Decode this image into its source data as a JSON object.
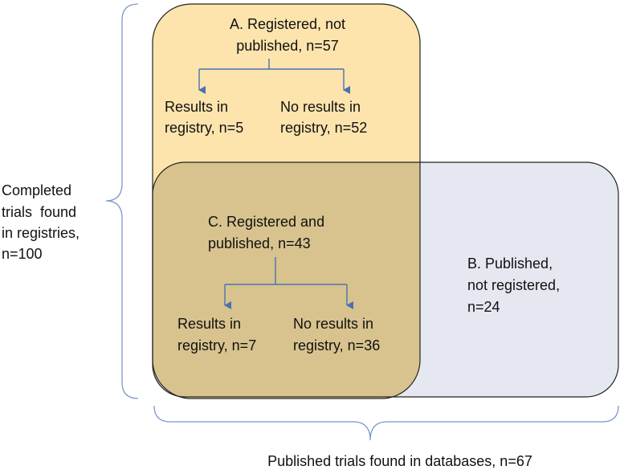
{
  "colors": {
    "box_a_fill": "#fde4ad",
    "box_b_fill": "#e5e8f1",
    "overlap_fill": "#e2d6a8",
    "box_c_fill": "#d8c38e",
    "stroke": "#222222",
    "arrow": "#4a72b0",
    "brace": "#7b98c9"
  },
  "box_a": {
    "title_line1": "A. Registered, not",
    "title_line2": "published, n=57",
    "branch_left": {
      "line1": "Results in",
      "line2": "registry, n=5"
    },
    "branch_right": {
      "line1": "No results in",
      "line2": "registry, n=52"
    }
  },
  "box_b": {
    "line1": "B. Published,",
    "line2": "not registered,",
    "line3": "n=24"
  },
  "box_c": {
    "title_line1": "C. Registered and",
    "title_line2": "published, n=43",
    "branch_left": {
      "line1": "Results in",
      "line2": "registry, n=7"
    },
    "branch_right": {
      "line1": "No results in",
      "line2": "registry, n=36"
    }
  },
  "left_label": {
    "line1": "Completed",
    "line2": "trials  found",
    "line3": "in registries,",
    "line4": "n=100"
  },
  "bottom_label": {
    "text": "Published trials found in databases, n=67"
  }
}
